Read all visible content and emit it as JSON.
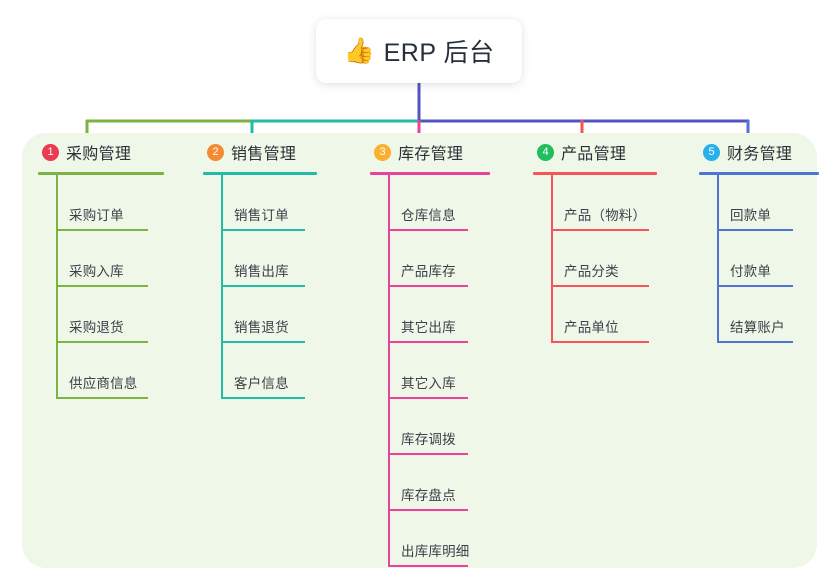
{
  "diagram": {
    "type": "mindmap",
    "root": {
      "icon": "thumbs-up-icon",
      "emoji": "👍",
      "title": "ERP 后台"
    },
    "panel_color": "#eff7e9",
    "branches": [
      {
        "index": "1",
        "title": "采购管理",
        "color": "#7cb342",
        "badge_color": "#ea3b52",
        "items": [
          "采购订单",
          "采购入库",
          "采购退货",
          "供应商信息"
        ]
      },
      {
        "index": "2",
        "title": "销售管理",
        "color": "#22bba6",
        "badge_color": "#f58a33",
        "items": [
          "销售订单",
          "销售出库",
          "销售退货",
          "客户信息"
        ]
      },
      {
        "index": "3",
        "title": "库存管理",
        "color": "#e8429a",
        "badge_color": "#f9b02e",
        "items": [
          "仓库信息",
          "产品库存",
          "其它出库",
          "其它入库",
          "库存调拨",
          "库存盘点",
          "出库库明细"
        ]
      },
      {
        "index": "4",
        "title": "产品管理",
        "color": "#f4555a",
        "badge_color": "#22bd5e",
        "items": [
          "产品（物料）",
          "产品分类",
          "产品单位"
        ]
      },
      {
        "index": "5",
        "title": "财务管理",
        "color": "#4f74d4",
        "badge_color": "#29b0e8",
        "items": [
          "回款单",
          "付款单",
          "结算账户"
        ]
      }
    ],
    "connector_trunk_color": "#5254c0"
  }
}
